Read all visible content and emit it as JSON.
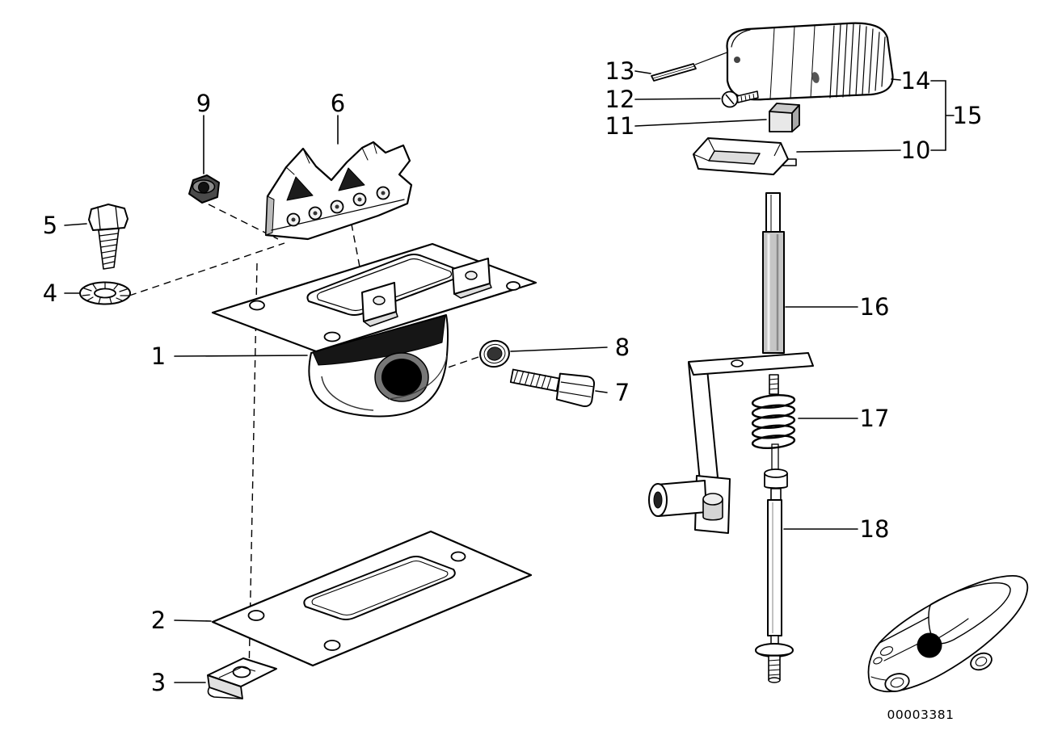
{
  "diagram": {
    "doc_number": "00003381",
    "colors": {
      "background": "#ffffff",
      "line": "#000000"
    },
    "callouts": [
      {
        "label": "1"
      },
      {
        "label": "2"
      },
      {
        "label": "3"
      },
      {
        "label": "4"
      },
      {
        "label": "5"
      },
      {
        "label": "6"
      },
      {
        "label": "7"
      },
      {
        "label": "8"
      },
      {
        "label": "9"
      },
      {
        "label": "10"
      },
      {
        "label": "11"
      },
      {
        "label": "12"
      },
      {
        "label": "13"
      },
      {
        "label": "14"
      },
      {
        "label": "15"
      },
      {
        "label": "16"
      },
      {
        "label": "17"
      },
      {
        "label": "18"
      }
    ]
  }
}
